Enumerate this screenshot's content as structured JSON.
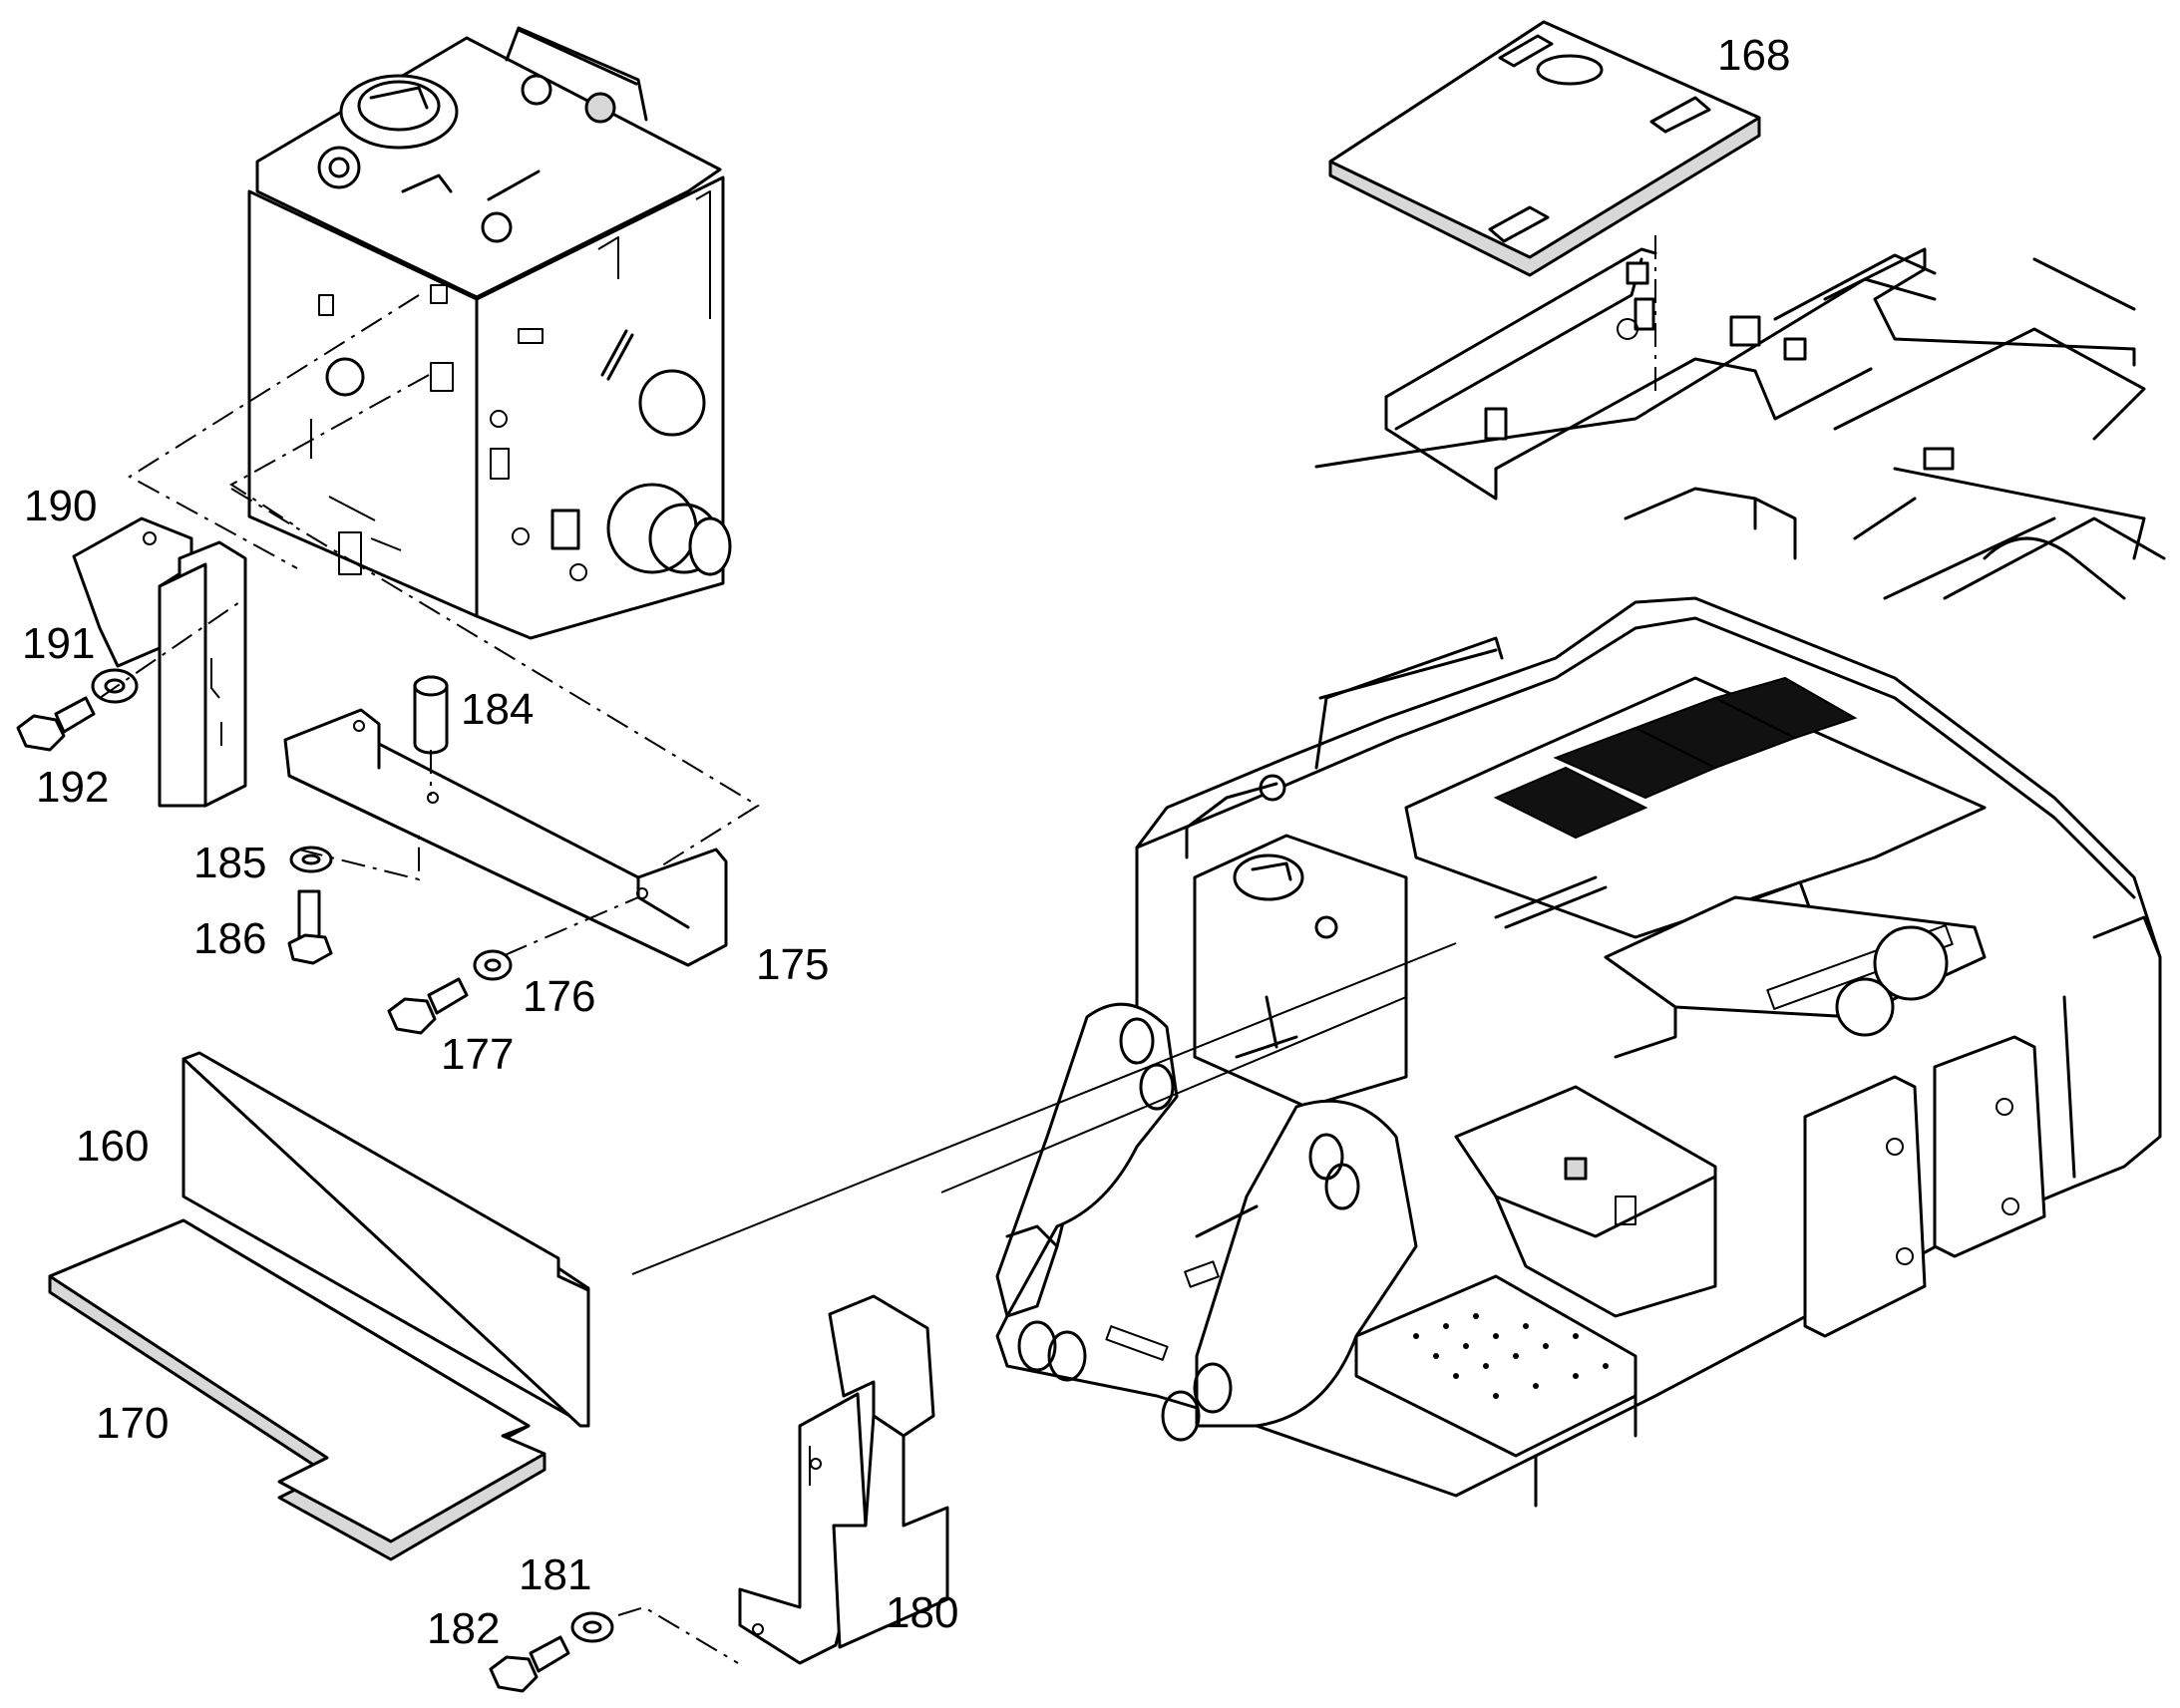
{
  "labels": {
    "l160": "160",
    "l168": "168",
    "l170": "170",
    "l175": "175",
    "l176": "176",
    "l177": "177",
    "l180": "180",
    "l181": "181",
    "l182": "182",
    "l184": "184",
    "l185": "185",
    "l186": "186",
    "l190": "190",
    "l191": "191",
    "l192": "192"
  }
}
